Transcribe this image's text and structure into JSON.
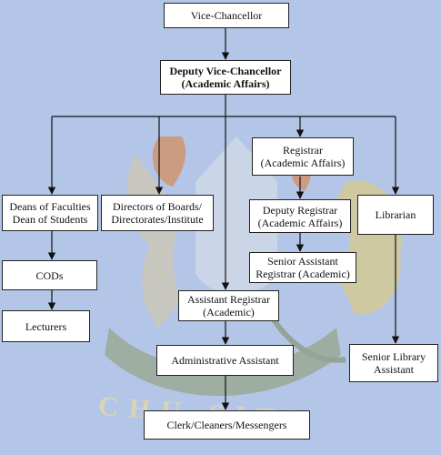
{
  "watermark": {
    "text": "CHU          SITY"
  },
  "nodes": {
    "vc": {
      "line1": "Vice-Chancellor"
    },
    "dvc": {
      "line1": "Deputy Vice-Chancellor",
      "line2": "(Academic Affairs)"
    },
    "deans": {
      "line1": "Deans of Faculties",
      "line2": "Dean of Students"
    },
    "directors": {
      "line1": "Directors of Boards/",
      "line2": "Directorates/Institute"
    },
    "registrar": {
      "line1": "Registrar",
      "line2": "(Academic Affairs)"
    },
    "librarian": {
      "line1": "Librarian"
    },
    "deputy_registrar": {
      "line1": "Deputy Registrar",
      "line2": "(Academic Affairs)"
    },
    "senior_asst_registrar": {
      "line1": "Senior Assistant",
      "line2": "Registrar (Academic)"
    },
    "cods": {
      "line1": "CODs"
    },
    "lecturers": {
      "line1": "Lecturers"
    },
    "asst_registrar": {
      "line1": "Assistant Registrar",
      "line2": "(Academic)"
    },
    "admin_assistant": {
      "line1": "Administrative Assistant"
    },
    "senior_library_asst": {
      "line1": "Senior Library",
      "line2": "Assistant"
    },
    "clerks": {
      "line1": "Clerk/Cleaners/Messengers"
    }
  },
  "colors": {
    "background": "#b4c6e7",
    "box": "#ffffff",
    "line": "#111111"
  }
}
